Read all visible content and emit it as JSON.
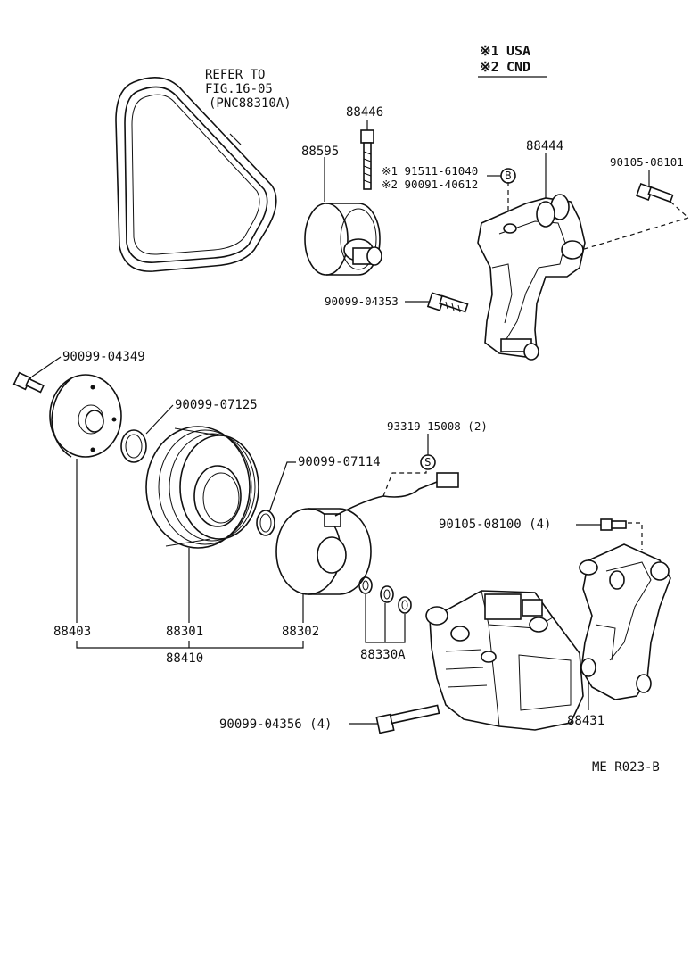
{
  "legend": {
    "item1": {
      "mark": "※1",
      "text": "USA"
    },
    "item2": {
      "mark": "※2",
      "text": "CND"
    }
  },
  "refer": {
    "line1": "REFER TO",
    "line2": "FIG.16-05",
    "line3": "(PNC88310A)"
  },
  "labels": {
    "p88446": "88446",
    "p88595": "88595",
    "p88444": "88444",
    "p90105_08101": "90105-08101",
    "bolt_alt1": "※1 91511-61040",
    "bolt_alt2": "※2 90091-40612",
    "callout_b": "B",
    "p90099_04353": "90099-04353",
    "p90099_04349": "90099-04349",
    "p90099_07125": "90099-07125",
    "p93319_15008": "93319-15008 (2)",
    "callout_s": "S",
    "p90099_07114": "90099-07114",
    "p90105_08100": "90105-08100 (4)",
    "p88403": "88403",
    "p88301": "88301",
    "p88302": "88302",
    "p88410": "88410",
    "p88330A": "88330A",
    "p90099_04356": "90099-04356 (4)",
    "p88431": "88431",
    "figure_code": "ME R023-B"
  }
}
